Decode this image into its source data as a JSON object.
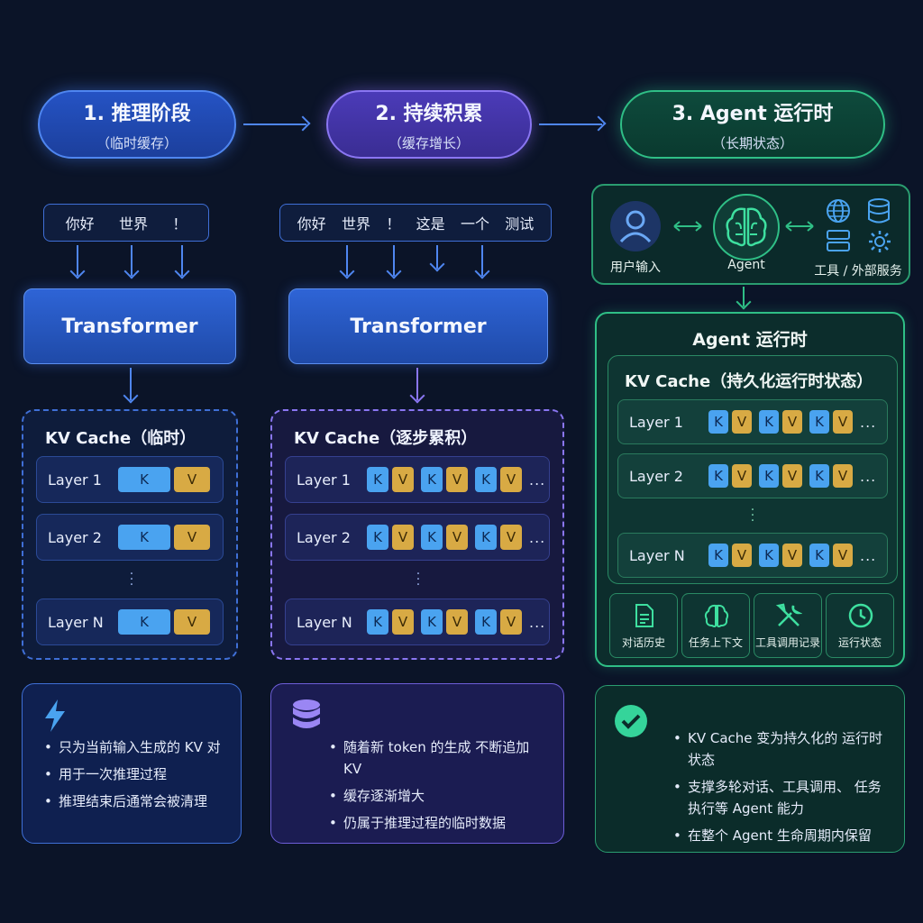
{
  "stages": [
    {
      "title": "1. 推理阶段",
      "subtitle": "（临时缓存）"
    },
    {
      "title": "2. 持续积累",
      "subtitle": "（缓存增长）"
    },
    {
      "title": "3. Agent 运行时",
      "subtitle": "（长期状态）"
    }
  ],
  "col1": {
    "tokens": [
      "你好",
      "世界",
      "！"
    ],
    "transformer": "Transformer",
    "cache_title": "KV Cache（临时）",
    "layers": [
      "Layer 1",
      "Layer 2",
      "Layer N"
    ],
    "k": "K",
    "v": "V",
    "bullets": [
      "只为当前输入生成的 KV 对",
      "用于一次推理过程",
      "推理结束后通常会被清理"
    ]
  },
  "col2": {
    "tokens": [
      "你好",
      "世界",
      "！",
      "这是",
      "一个",
      "测试"
    ],
    "transformer": "Transformer",
    "cache_title": "KV Cache（逐步累积）",
    "layers": [
      "Layer 1",
      "Layer 2",
      "Layer N"
    ],
    "k": "K",
    "v": "V",
    "more": "...",
    "bullets": [
      "随着新 token 的生成 不断追加 KV",
      "缓存逐渐增大",
      "仍属于推理过程的临时数据"
    ]
  },
  "col3": {
    "user_label": "用户输入",
    "agent_label": "Agent",
    "tools_label": "工具 / 外部服务",
    "runtime_title": "Agent 运行时",
    "cache_title": "KV Cache（持久化运行时状态）",
    "layers": [
      "Layer 1",
      "Layer 2",
      "Layer N"
    ],
    "k": "K",
    "v": "V",
    "more": "...",
    "features": [
      "对话历史",
      "任务上下文",
      "工具调用记录",
      "运行状态"
    ],
    "bullets": [
      "KV Cache 变为持久化的 运行时状态",
      "支撑多轮对话、工具调用、 任务执行等 Agent 能力",
      "在整个 Agent 生命周期内保留"
    ]
  },
  "colors": {
    "blue": "#4f86f0",
    "purple": "#8a76f2",
    "green": "#2fbf86",
    "key": "#4aa3f0",
    "value": "#d8aa44"
  },
  "icons": [
    "lightning-icon",
    "database-icon",
    "check-circle-icon",
    "user-icon",
    "brain-icon",
    "globe-icon",
    "gear-icon",
    "document-icon",
    "tools-icon",
    "clock-icon"
  ]
}
